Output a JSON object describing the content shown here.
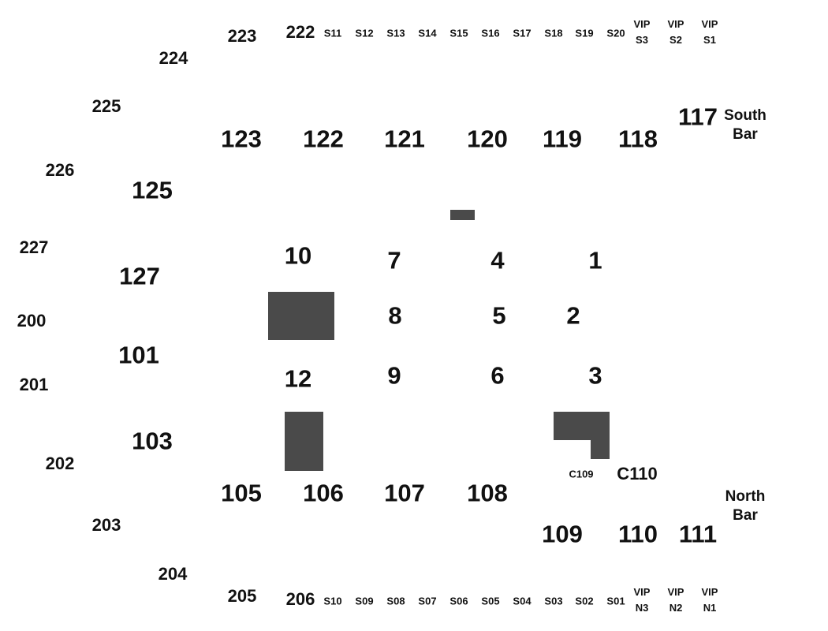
{
  "map": {
    "upper_sections": [
      "222",
      "223",
      "224",
      "225",
      "226",
      "227",
      "200",
      "201",
      "202",
      "203",
      "204",
      "205",
      "206"
    ],
    "lower_sections": [
      "123",
      "122",
      "121",
      "120",
      "119",
      "118",
      "117",
      "125",
      "127",
      "101",
      "103",
      "105",
      "106",
      "107",
      "108",
      "109",
      "110",
      "111"
    ],
    "floor_sections": [
      "10",
      "7",
      "4",
      "1",
      "8",
      "5",
      "2",
      "12",
      "9",
      "6",
      "3"
    ],
    "courtside": [
      "C109",
      "C110"
    ],
    "suites_south": [
      "S11",
      "S12",
      "S13",
      "S14",
      "S15",
      "S16",
      "S17",
      "S18",
      "S19",
      "S20"
    ],
    "suites_north": [
      "S10",
      "S09",
      "S08",
      "S07",
      "S06",
      "S05",
      "S04",
      "S03",
      "S02",
      "S01"
    ],
    "vip_south": [
      {
        "line1": "VIP",
        "line2": "S3"
      },
      {
        "line1": "VIP",
        "line2": "S2"
      },
      {
        "line1": "VIP",
        "line2": "S1"
      }
    ],
    "vip_north": [
      {
        "line1": "VIP",
        "line2": "N3"
      },
      {
        "line1": "VIP",
        "line2": "N2"
      },
      {
        "line1": "VIP",
        "line2": "N1"
      }
    ],
    "bars": {
      "south": {
        "line1": "South",
        "line2": "Bar"
      },
      "north": {
        "line1": "North",
        "line2": "Bar"
      }
    },
    "colors": {
      "text": "#111111",
      "block": "#4a4a4a",
      "background": "#ffffff"
    }
  }
}
